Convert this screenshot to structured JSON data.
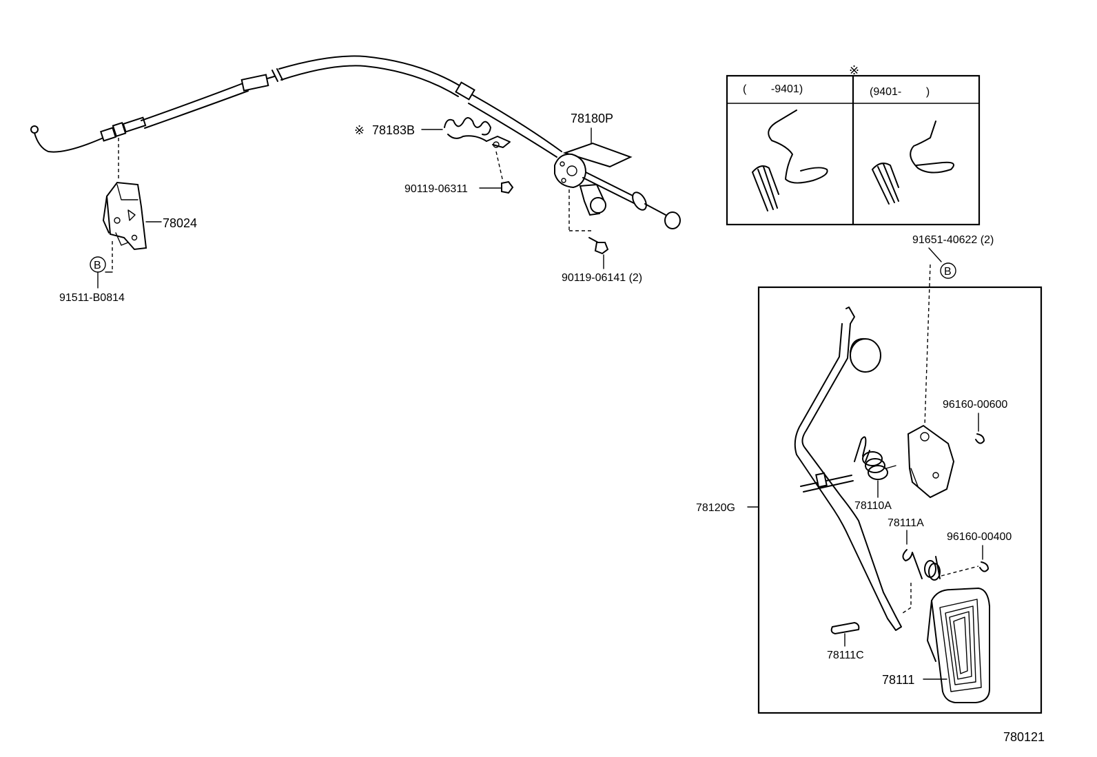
{
  "labels": {
    "p78024": "78024",
    "p91511": "91511-B0814",
    "p78183": "78183B",
    "p78183_mark": "※",
    "p90119_06311": "90119-06311",
    "p78180": "78180P",
    "p90119_06141": "90119-06141 (2)",
    "p91651": "91651-40622 (2)",
    "p96160_600": "96160-00600",
    "p78110": "78110A",
    "p78111a": "78111A",
    "p96160_400": "96160-00400",
    "p78120": "78120G",
    "p78111c": "78111C",
    "p78111": "78111",
    "b_left": "B",
    "b_right": "B",
    "figure_id": "780121"
  },
  "inset": {
    "mark": "※",
    "col_left": "(        -9401)",
    "col_right": "(9401-        )"
  }
}
